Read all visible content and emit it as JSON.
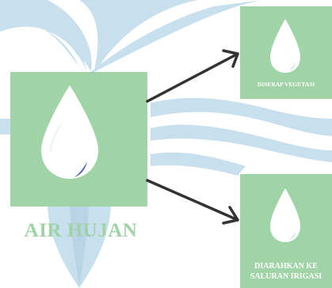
{
  "diagram": {
    "title": "AIR HUJAN",
    "outputs": [
      {
        "label": "DISERAP VEGETASI"
      },
      {
        "label_lines": [
          "DIARAHKAN KE",
          "SALURAN IRIGASI"
        ]
      }
    ]
  },
  "colors": {
    "card_green": "#8fcb96",
    "title_green": "#9fd3a6",
    "water_blue": "#c3dceb",
    "arrow": "#333333",
    "drop_accent": "#3d5fb8"
  },
  "icons": [
    "water-drop-icon",
    "arrow-right-icon"
  ]
}
